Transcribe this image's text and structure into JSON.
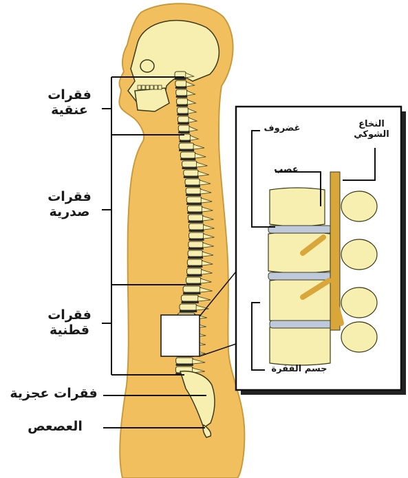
{
  "colors": {
    "body_fill": "#f2bf5e",
    "body_stroke": "#c99a3c",
    "bone_fill": "#f7efb0",
    "bone_stroke": "#3a3a1a",
    "disc_fill": "#bfc9dc",
    "nerve_fill": "#d9a63a",
    "inset_bg": "#ffffff",
    "label_text": "#1a1a1a",
    "line": "#111111"
  },
  "labels": {
    "cervical_line1": "فقرات",
    "cervical_line2": "عنقية",
    "thoracic_line1": "فقرات",
    "thoracic_line2": "صدرية",
    "lumbar_line1": "فقرات",
    "lumbar_line2": "قطنية",
    "sacral": "فقرات عجزية",
    "coccyx": "العصعص"
  },
  "inset": {
    "cartilage": "غضروف",
    "spinal_cord_line1": "النخاع",
    "spinal_cord_line2": "الشوكي",
    "nerve": "عصب",
    "vertebra_body": "جسم الفقرة"
  }
}
